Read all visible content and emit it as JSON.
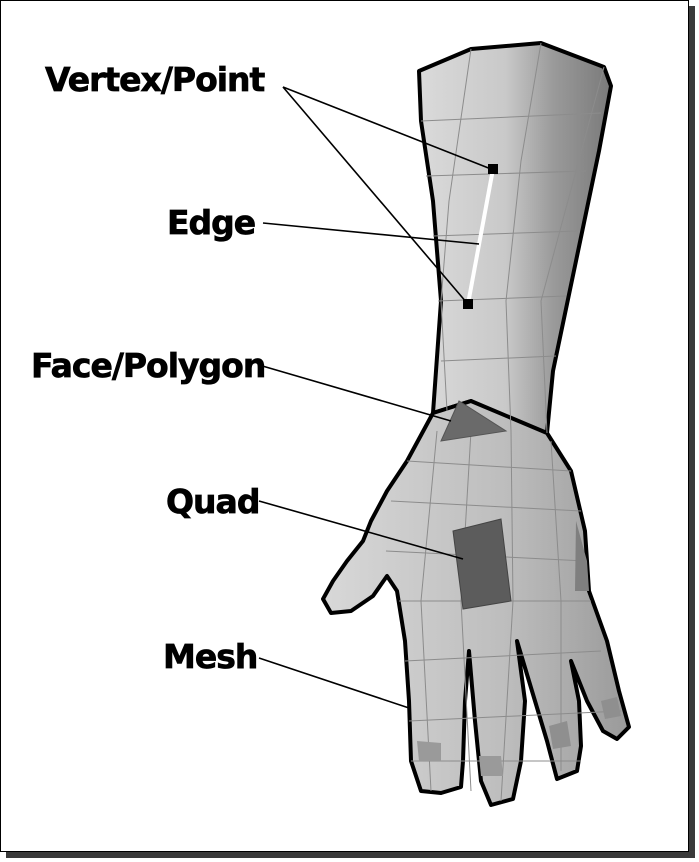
{
  "labels": {
    "vertex": "Vertex/Point",
    "edge": "Edge",
    "face": "Face/Polygon",
    "quad": "Quad",
    "mesh": "Mesh"
  },
  "colors": {
    "outline": "#000000",
    "skin_light": "#d6d6d6",
    "skin_mid": "#b8b8b8",
    "skin_dark": "#8a8a8a",
    "face_highlight": "#6a6a6a",
    "quad_highlight": "#5c5c5c",
    "edge_highlight": "#ffffff"
  }
}
